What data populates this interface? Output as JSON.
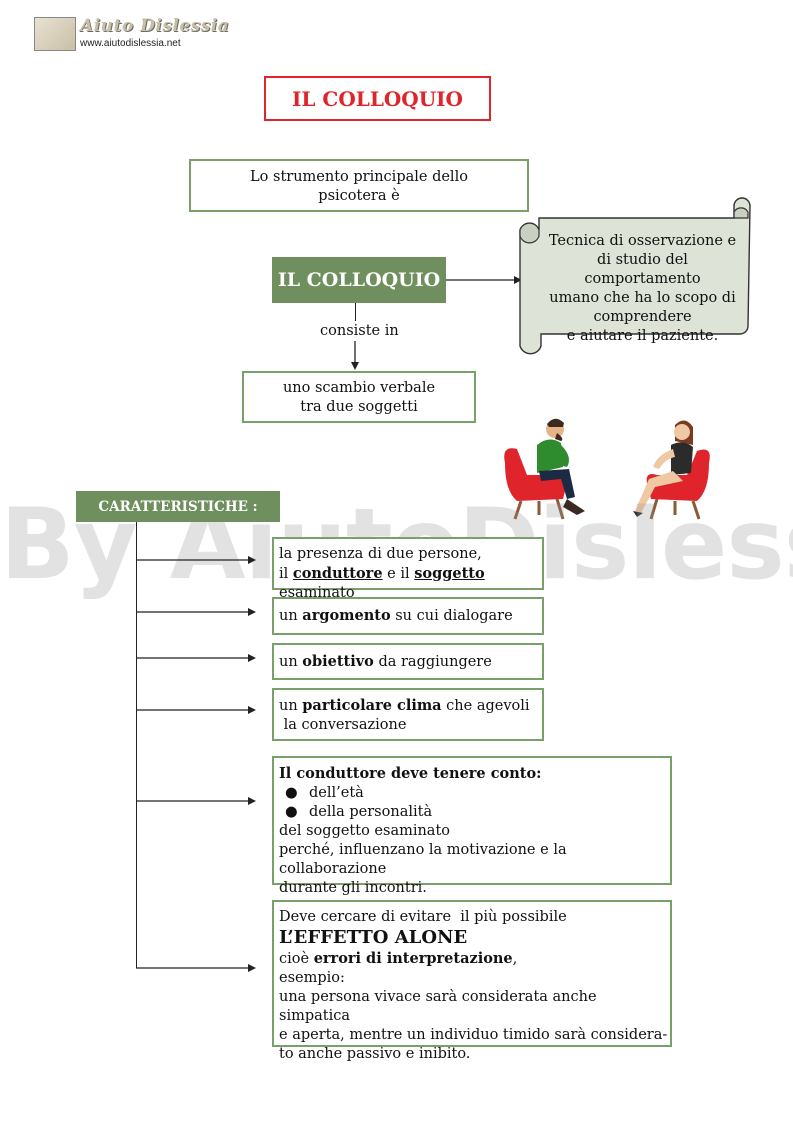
{
  "logo": {
    "title": "Aiuto Dislessia",
    "url": "www.aiutodislessia.net"
  },
  "page_title": "IL COLLOQUIO",
  "intro_box": {
    "line1": "Lo strumento principale dello",
    "line2": "psicotera è"
  },
  "center_node": {
    "label": "IL COLLOQUIO"
  },
  "scroll_note": {
    "line1": "Tecnica di osservazione e",
    "line2": "di studio del comportamento",
    "line3": "umano che ha lo scopo di",
    "line4": "comprendere",
    "line5": "e aiutare il paziente."
  },
  "connector_label": "consiste in",
  "exchange_box": {
    "line1": "uno scambio verbale",
    "line2": "tra due soggetti"
  },
  "watermark": "By AiutoDislessia.net",
  "characteristics": {
    "label": "CARATTERISTICHE :",
    "item1": {
      "line1": "la presenza di due persone,",
      "l2_a": "il ",
      "l2_b": "conduttore",
      "l2_c": " e il ",
      "l2_d": "soggetto",
      "l2_e": " esaminato"
    },
    "item2": {
      "a": "un ",
      "b": "argomento",
      "c": " su cui dialogare"
    },
    "item3": {
      "a": "un ",
      "b": "obiettivo",
      "c": " da raggiungere"
    },
    "item4": {
      "a": "un ",
      "b": "particolare clima",
      "c": " che agevoli",
      "line2": " la conversazione"
    },
    "item5": {
      "heading": "Il conduttore deve tenere conto:",
      "bullets": [
        "dell’età",
        "della personalità"
      ],
      "line4": "del soggetto esaminato",
      "line5": "perché, influenzano la motivazione e la collaborazione",
      "line6": "durante gli incontri."
    },
    "item6": {
      "line1": "Deve cercare di evitare  il più possibile",
      "line2": "L’EFFETTO ALONE",
      "l3_a": "cioè ",
      "l3_b": "errori di interpretazione",
      "l3_c": ",",
      "line4": "esempio:",
      "line5": "una persona vivace sarà considerata anche simpatica",
      "line6": "e aperta, mentre un individuo timido sarà considera-",
      "line7": "to anche passivo e inibito."
    }
  },
  "colors": {
    "accent_red": "#e0242b",
    "green_fill": "#6f8f5e",
    "box_border": "#7aa06a",
    "scroll_fill": "#dde3d6"
  }
}
